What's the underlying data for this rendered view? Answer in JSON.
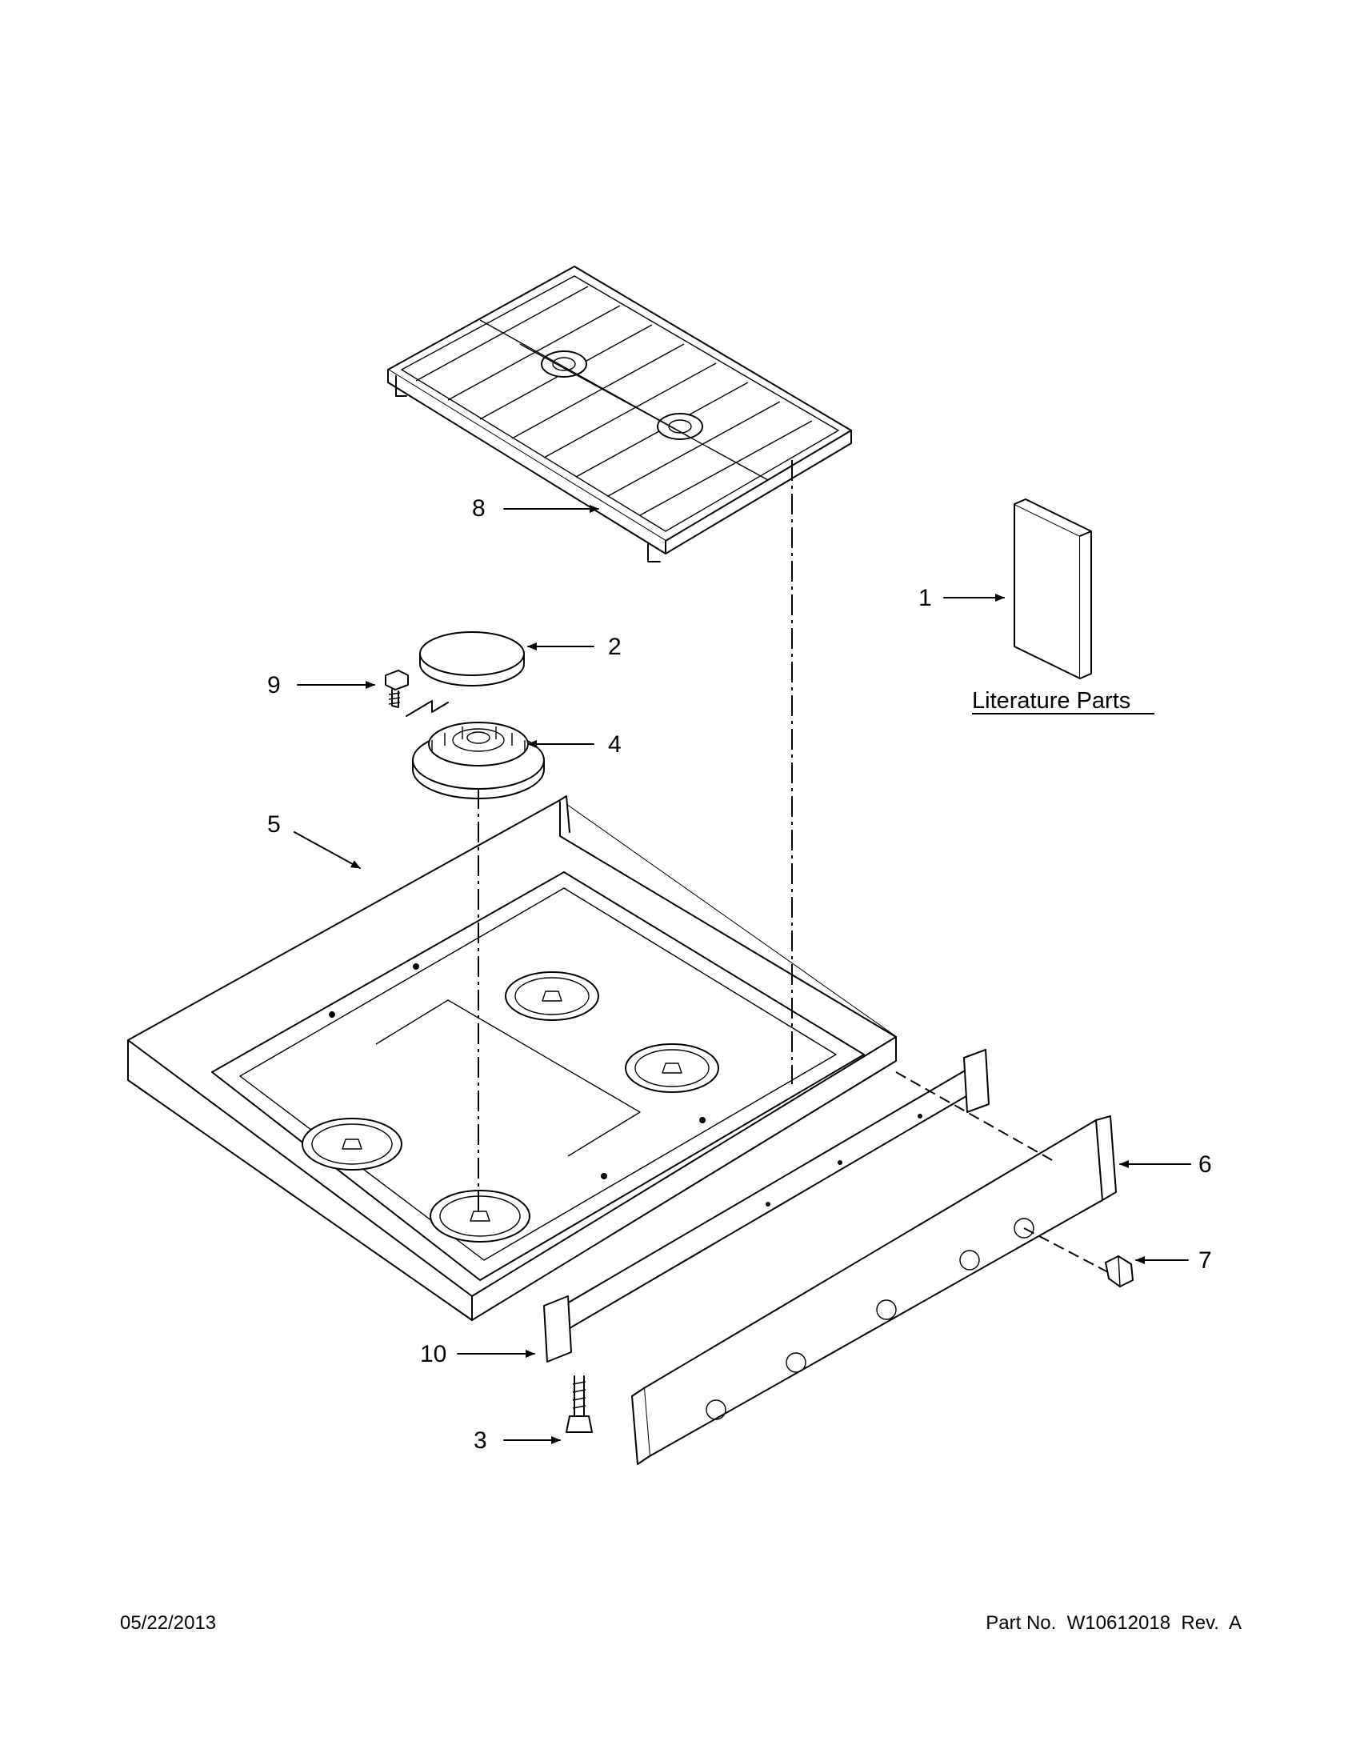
{
  "callouts": [
    {
      "id": "1",
      "text": "1"
    },
    {
      "id": "2",
      "text": "2"
    },
    {
      "id": "3",
      "text": "3"
    },
    {
      "id": "4",
      "text": "4"
    },
    {
      "id": "5",
      "text": "5"
    },
    {
      "id": "6",
      "text": "6"
    },
    {
      "id": "7",
      "text": "7"
    },
    {
      "id": "8",
      "text": "8"
    },
    {
      "id": "9",
      "text": "9"
    },
    {
      "id": "10",
      "text": "10"
    }
  ],
  "literature_label": "Literature Parts",
  "footer": {
    "date": "05/22/2013",
    "part_no": "Part No.  W10612018  Rev.  A"
  }
}
